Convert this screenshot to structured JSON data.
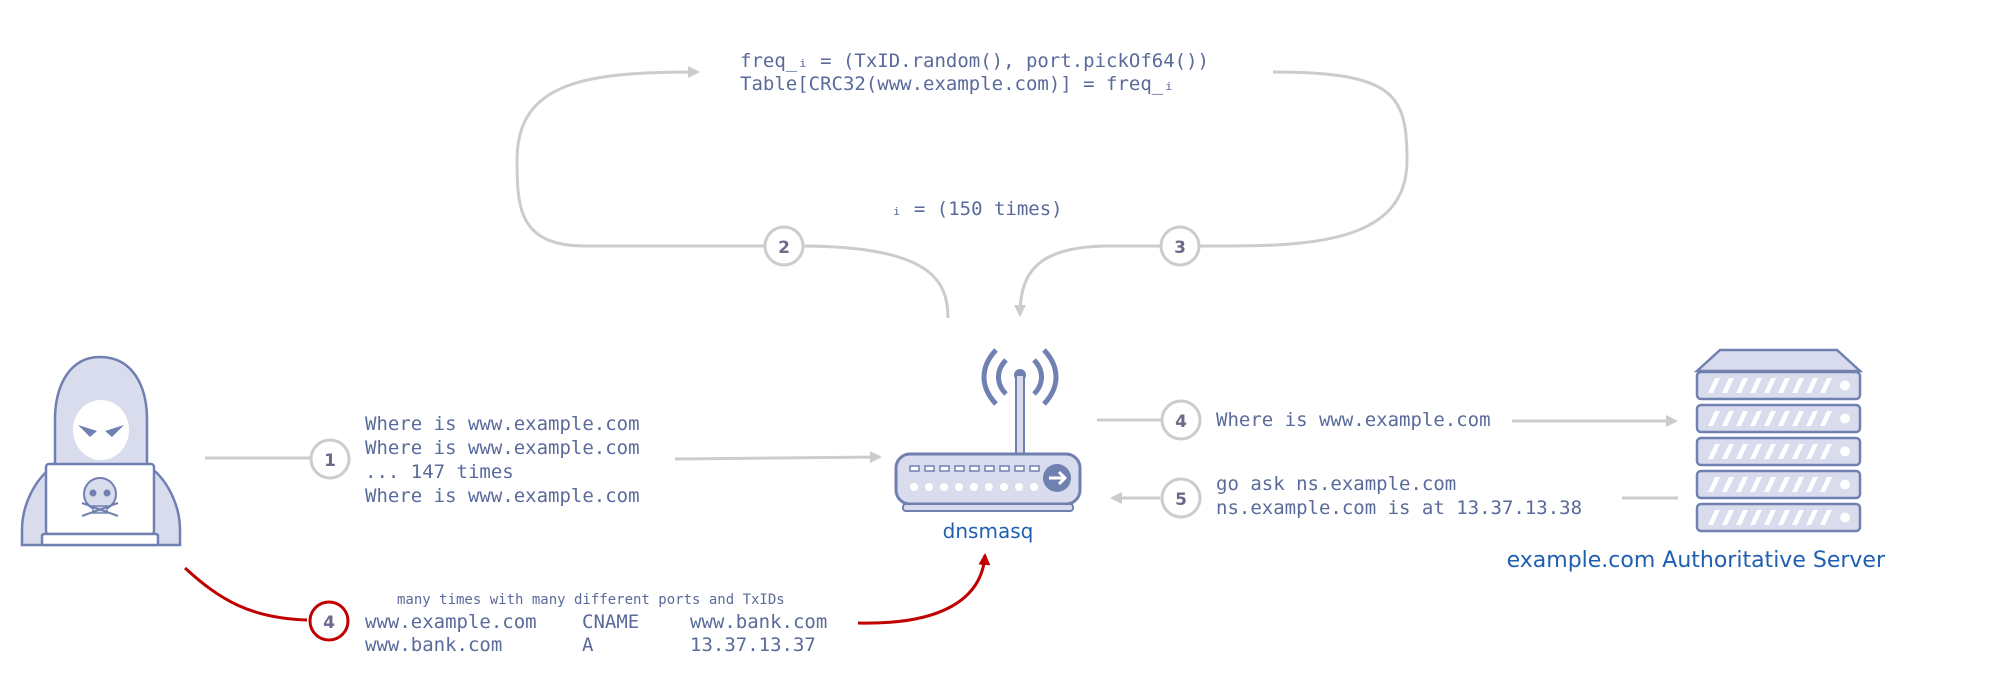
{
  "formula": {
    "line1": "freq_ᵢ = (TxID.random(), port.pickOf64())",
    "line2": "Table[CRC32(www.example.com)] = freq_ᵢ",
    "loop_note": "ᵢ = (150 times)"
  },
  "steps": {
    "one": "1",
    "two": "2",
    "three": "3",
    "four_server": "4",
    "five": "5",
    "four_attack": "4"
  },
  "client_queries": {
    "line1": "Where is www.example.com",
    "line2": "Where is www.example.com",
    "line3": "... 147 times",
    "line4": "Where is www.example.com"
  },
  "resolver": {
    "name": "dnsmasq"
  },
  "server": {
    "name": "example.com Authoritative Server",
    "query": "Where is www.example.com",
    "reply_line1": "go ask ns.example.com",
    "reply_line2": "ns.example.com is at 13.37.13.38"
  },
  "attack": {
    "note": "many times with many different ports and TxIDs",
    "row1": {
      "name": "www.example.com",
      "type": "CNAME",
      "value": "www.bank.com"
    },
    "row2": {
      "name": "www.bank.com",
      "type": "A",
      "value": "13.37.13.37"
    }
  },
  "colors": {
    "arrow": "#cccccc",
    "text": "#5a6a9a",
    "icon": "#7080b0",
    "label_blue": "#2060b0",
    "attack": "#c00000",
    "circle": "#cccccc"
  }
}
